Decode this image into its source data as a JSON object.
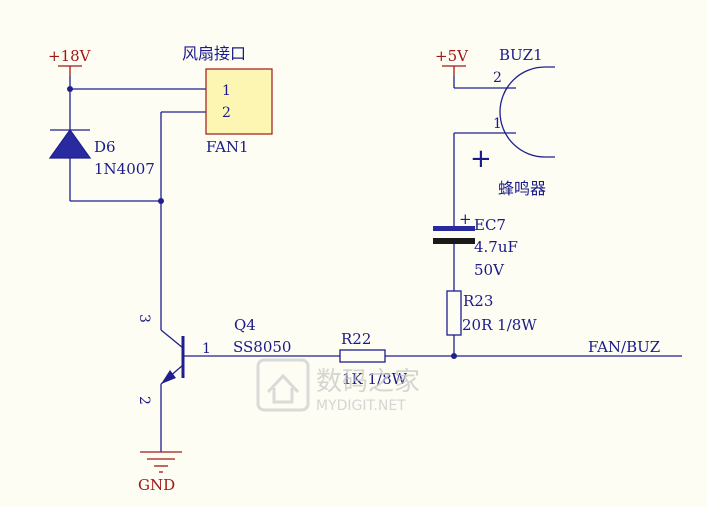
{
  "power": {
    "v18": "+18V",
    "v5": "+5V",
    "gnd": "GND"
  },
  "fan": {
    "title": "风扇接口",
    "ref": "FAN1",
    "pin1": "1",
    "pin2": "2",
    "fill_color": "#fdf6b3"
  },
  "diode": {
    "ref": "D6",
    "part": "1N4007"
  },
  "transistor": {
    "ref": "Q4",
    "part": "SS8050",
    "pin_base": "1",
    "pin_emitter": "2",
    "pin_collector": "3"
  },
  "r22": {
    "ref": "R22",
    "value": "1K 1/8W"
  },
  "r23": {
    "ref": "R23",
    "value": "20R 1/8W"
  },
  "capacitor": {
    "ref": "EC7",
    "value": "4.7uF",
    "voltage": "50V",
    "plus": "+"
  },
  "buzzer": {
    "ref": "BUZ1",
    "name": "蜂鸣器",
    "pin1": "1",
    "pin2": "2",
    "plus": "+"
  },
  "net": {
    "fan_buz": "FAN/BUZ"
  },
  "watermark": {
    "cn": "数码之家",
    "en": "MYDIGIT.NET"
  },
  "colors": {
    "wire": "#1f1f8f",
    "power": "#a01818",
    "background": "#fdfdf3"
  }
}
